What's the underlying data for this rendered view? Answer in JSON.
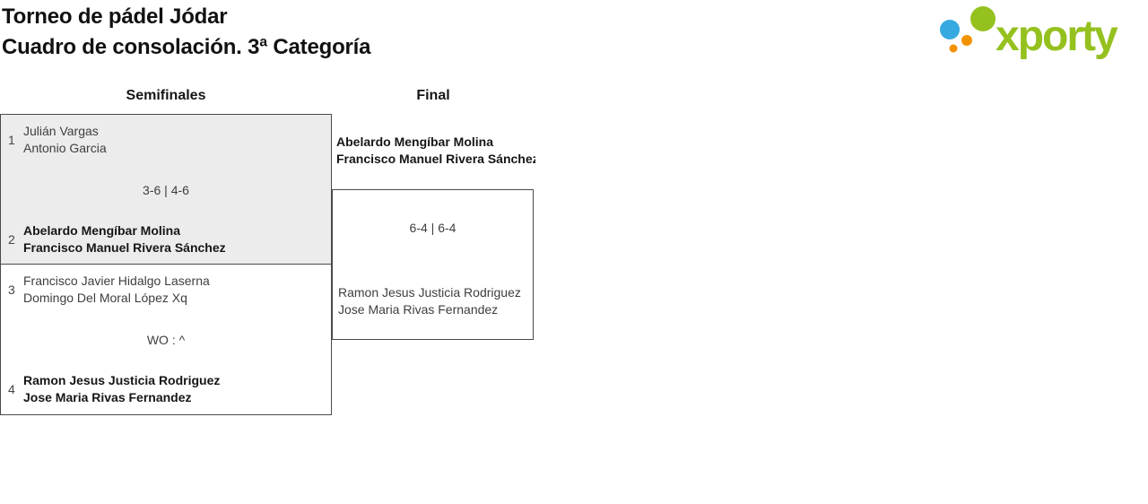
{
  "header": {
    "title_line1": "Torneo de pádel Jódar",
    "title_line2": "Cuadro de consolación. 3ª Categoría"
  },
  "logo": {
    "text": "xporty"
  },
  "brand": {
    "green": "#95c11f",
    "blue": "#36a9e1",
    "orange": "#f39200"
  },
  "bracket": {
    "round_headers": [
      "Semifinales",
      "Final"
    ],
    "semifinals": [
      {
        "seed_top": "1",
        "team_top": [
          "Julián Vargas",
          "Antonio Garcia"
        ],
        "score": "3-6 | 4-6",
        "seed_bottom": "2",
        "team_bottom": [
          "Abelardo Mengíbar Molina",
          "Francisco Manuel Rivera Sánchez"
        ],
        "winner": "bottom"
      },
      {
        "seed_top": "3",
        "team_top": [
          "Francisco Javier Hidalgo Laserna",
          "Domingo Del Moral López Xq"
        ],
        "score": "WO : ^",
        "seed_bottom": "4",
        "team_bottom": [
          "Ramon Jesus Justicia Rodriguez",
          "Jose Maria Rivas Fernandez"
        ],
        "winner": "bottom"
      }
    ],
    "final": {
      "team_top": [
        "Abelardo Mengíbar Molina",
        "Francisco Manuel Rivera Sánchez"
      ],
      "score": "6-4 | 6-4",
      "team_bottom": [
        "Ramon Jesus Justicia Rodriguez",
        "Jose Maria Rivas Fernandez"
      ],
      "winner": "top"
    }
  }
}
